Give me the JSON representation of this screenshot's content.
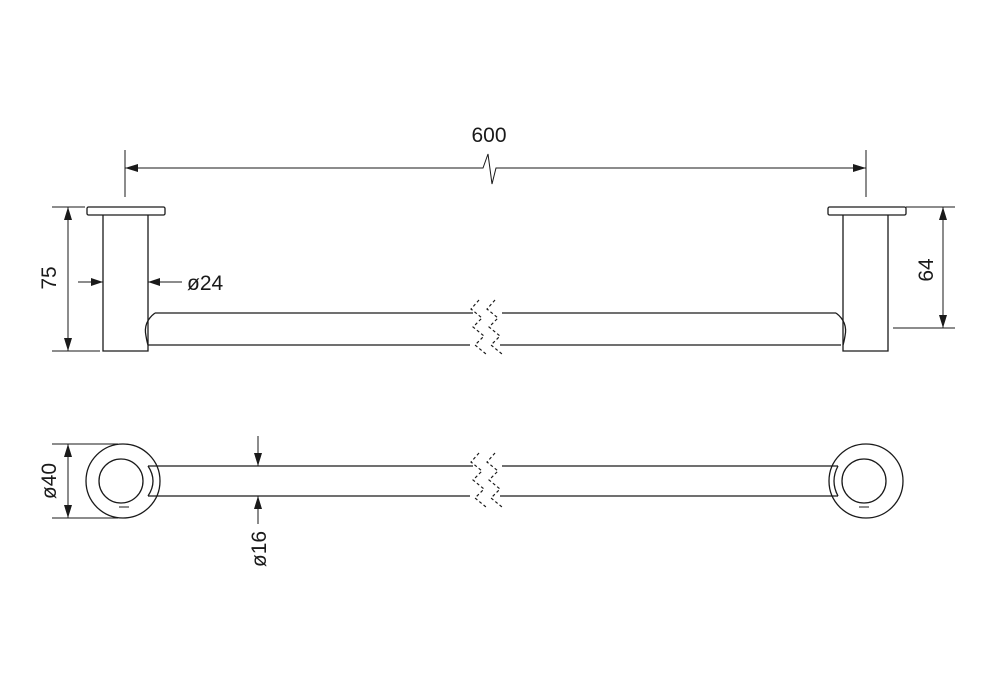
{
  "dimensions": {
    "length": "600",
    "height_left": "75",
    "height_right": "64",
    "post_diameter": "ø24",
    "flange_diameter": "ø40",
    "bar_diameter": "ø16"
  },
  "colors": {
    "line": "#1a1a1a",
    "background": "#ffffff"
  }
}
